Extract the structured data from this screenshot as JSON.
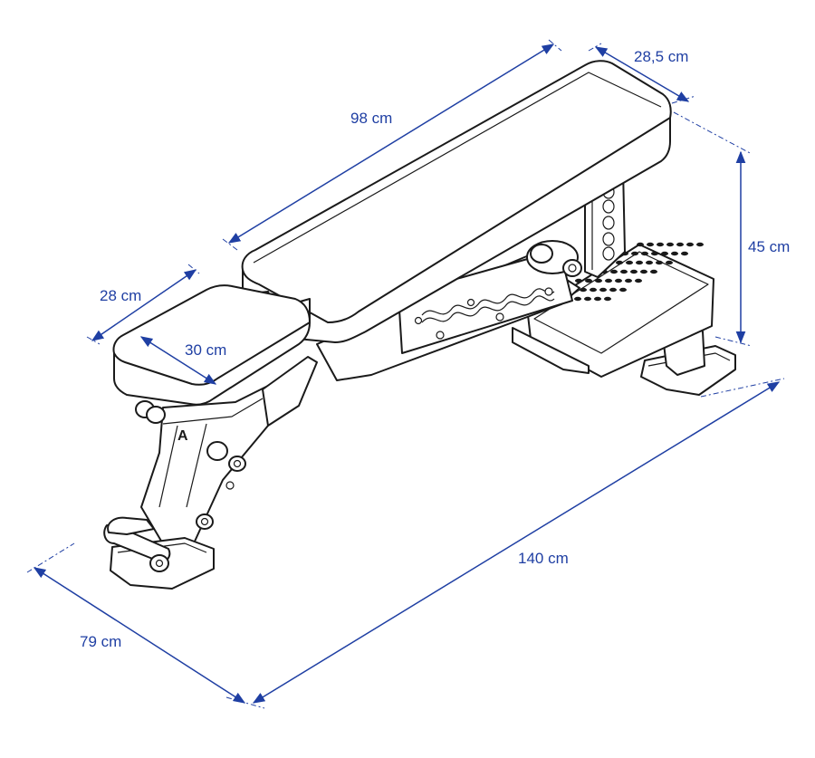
{
  "dimensions": {
    "seat_length": "98 cm",
    "seat_width": "28,5 cm",
    "height": "45 cm",
    "front_pad_width": "28 cm",
    "front_pad_length": "30 cm",
    "total_length": "140 cm",
    "total_width": "79 cm"
  },
  "colors": {
    "dimension": "#1f3fa3",
    "ink": "#1a1a1a",
    "background": "#ffffff"
  },
  "logo_text": "A"
}
